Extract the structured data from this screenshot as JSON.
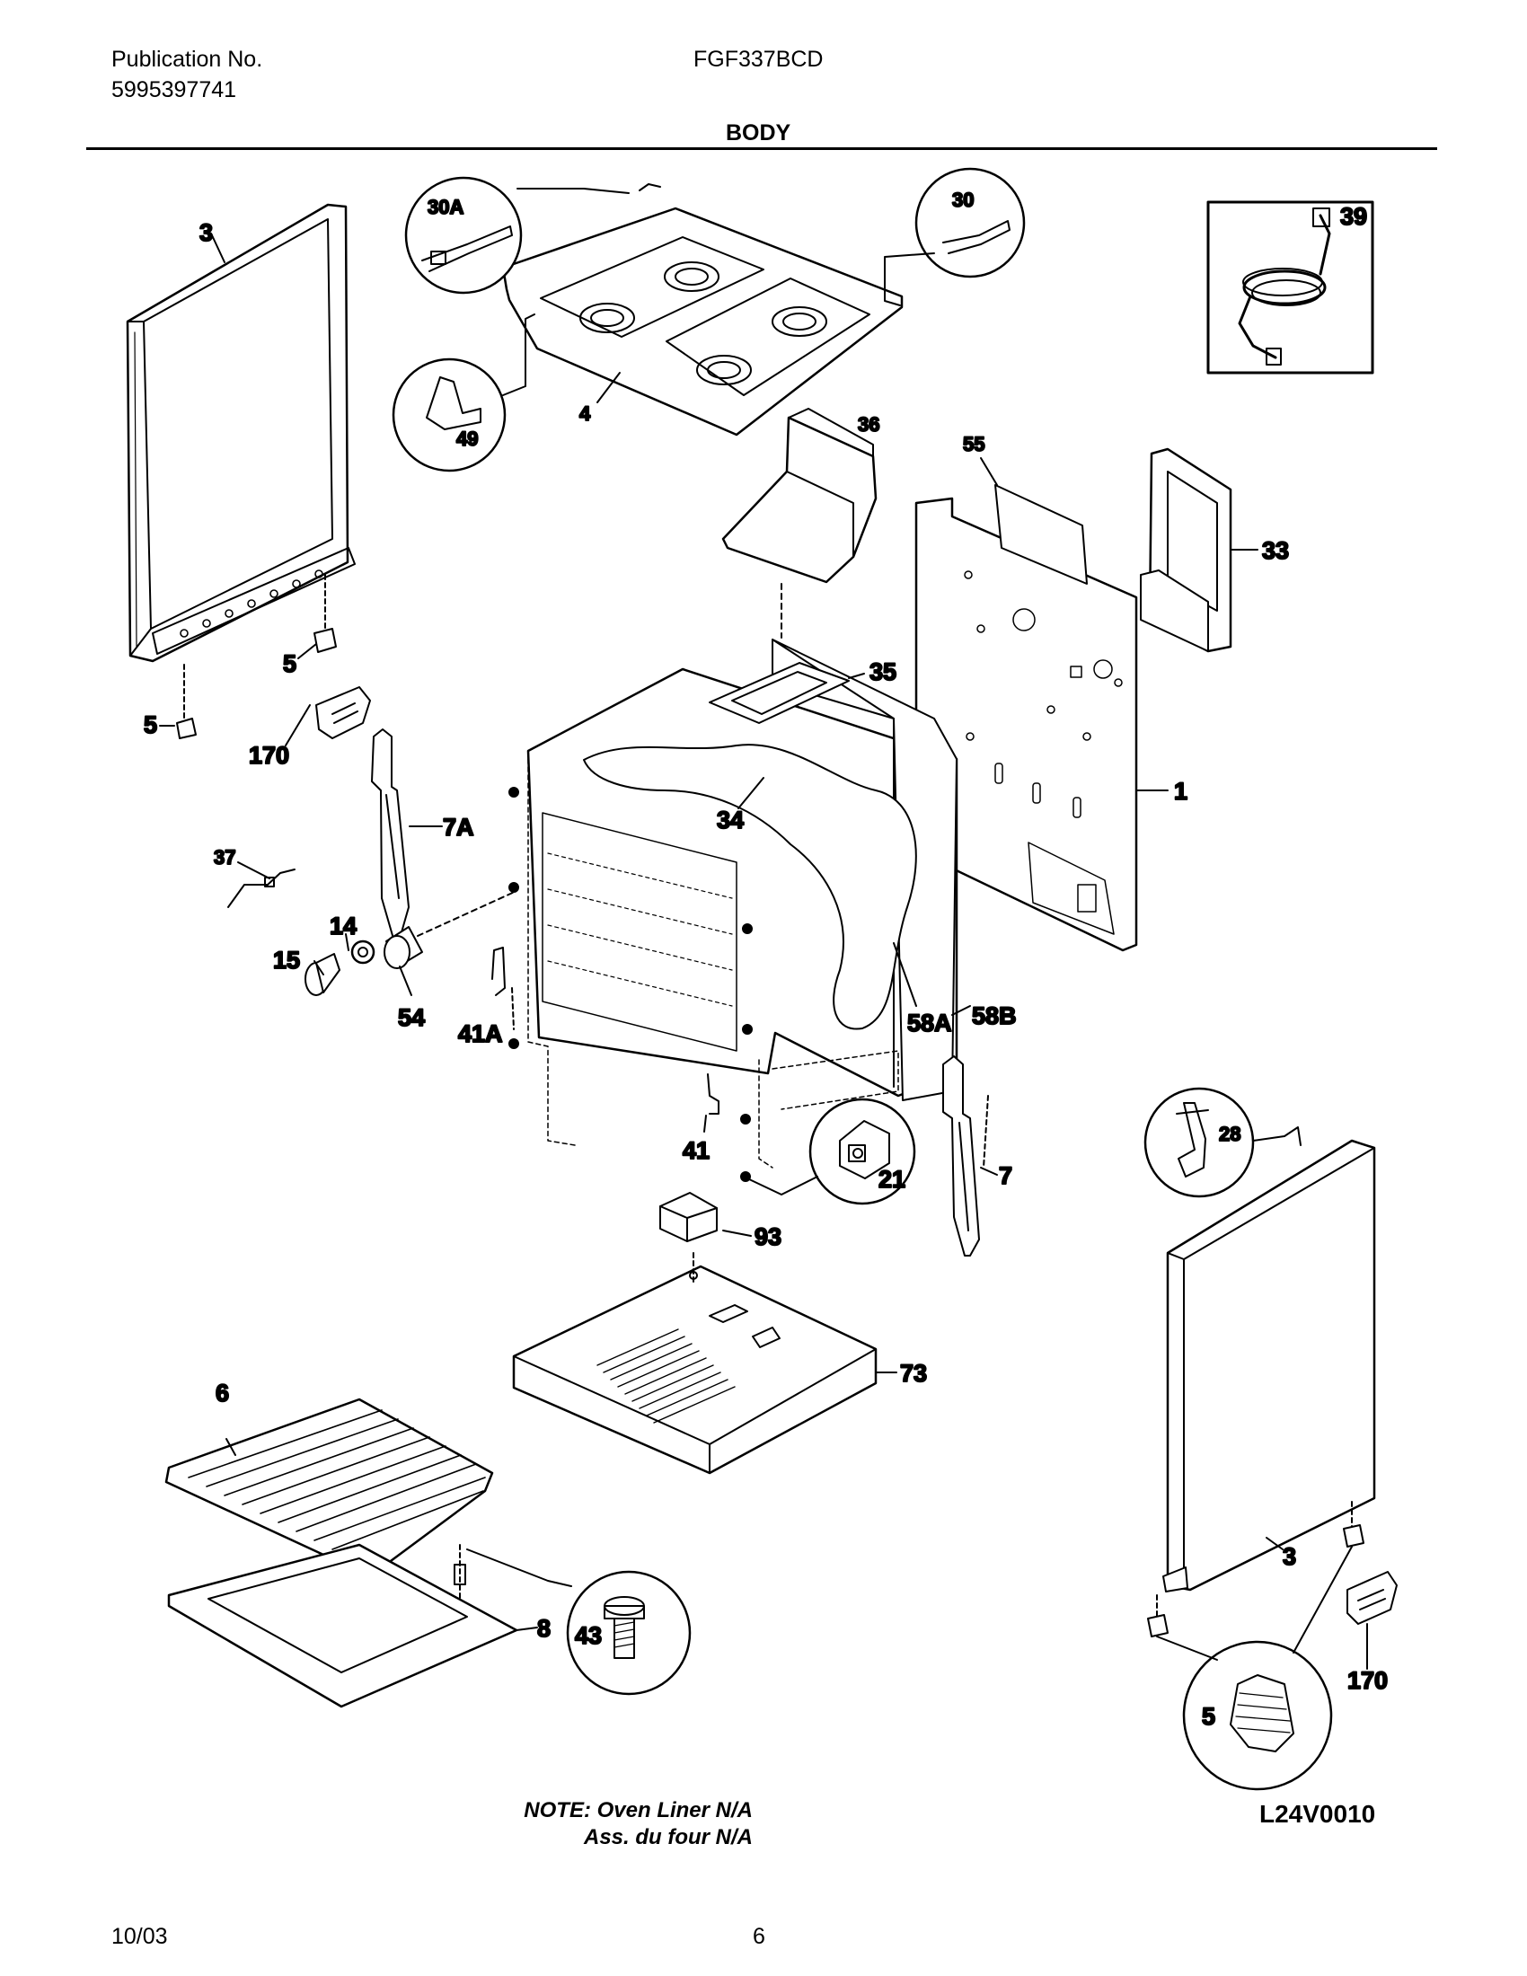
{
  "header": {
    "publication_label": "Publication No.",
    "publication_number": "5995397741",
    "model": "FGF337BCD",
    "section_title": "BODY"
  },
  "callouts": {
    "p3_left": "3",
    "p30A": "30A",
    "p30": "30",
    "p39": "39",
    "p49": "49",
    "p4": "4",
    "p36": "36",
    "p55": "55",
    "p33": "33",
    "p5_a": "5",
    "p5_b": "5",
    "p170_left": "170",
    "p35": "35",
    "p1": "1",
    "p7A": "7A",
    "p34": "34",
    "p37": "37",
    "p14": "14",
    "p15": "15",
    "p54": "54",
    "p41A": "41A",
    "p58A": "58A",
    "p58B": "58B",
    "p41": "41",
    "p21": "21",
    "p7": "7",
    "p28": "28",
    "p93": "93",
    "p73": "73",
    "p6": "6",
    "p3_right": "3",
    "p8": "8",
    "p43": "43",
    "p170_right": "170",
    "p5_detail": "5"
  },
  "note": {
    "line1": "NOTE: Oven Liner N/A",
    "line2": "Ass. du four N/A"
  },
  "diagram_code": "L24V0010",
  "footer": {
    "date": "10/03",
    "page": "6"
  }
}
